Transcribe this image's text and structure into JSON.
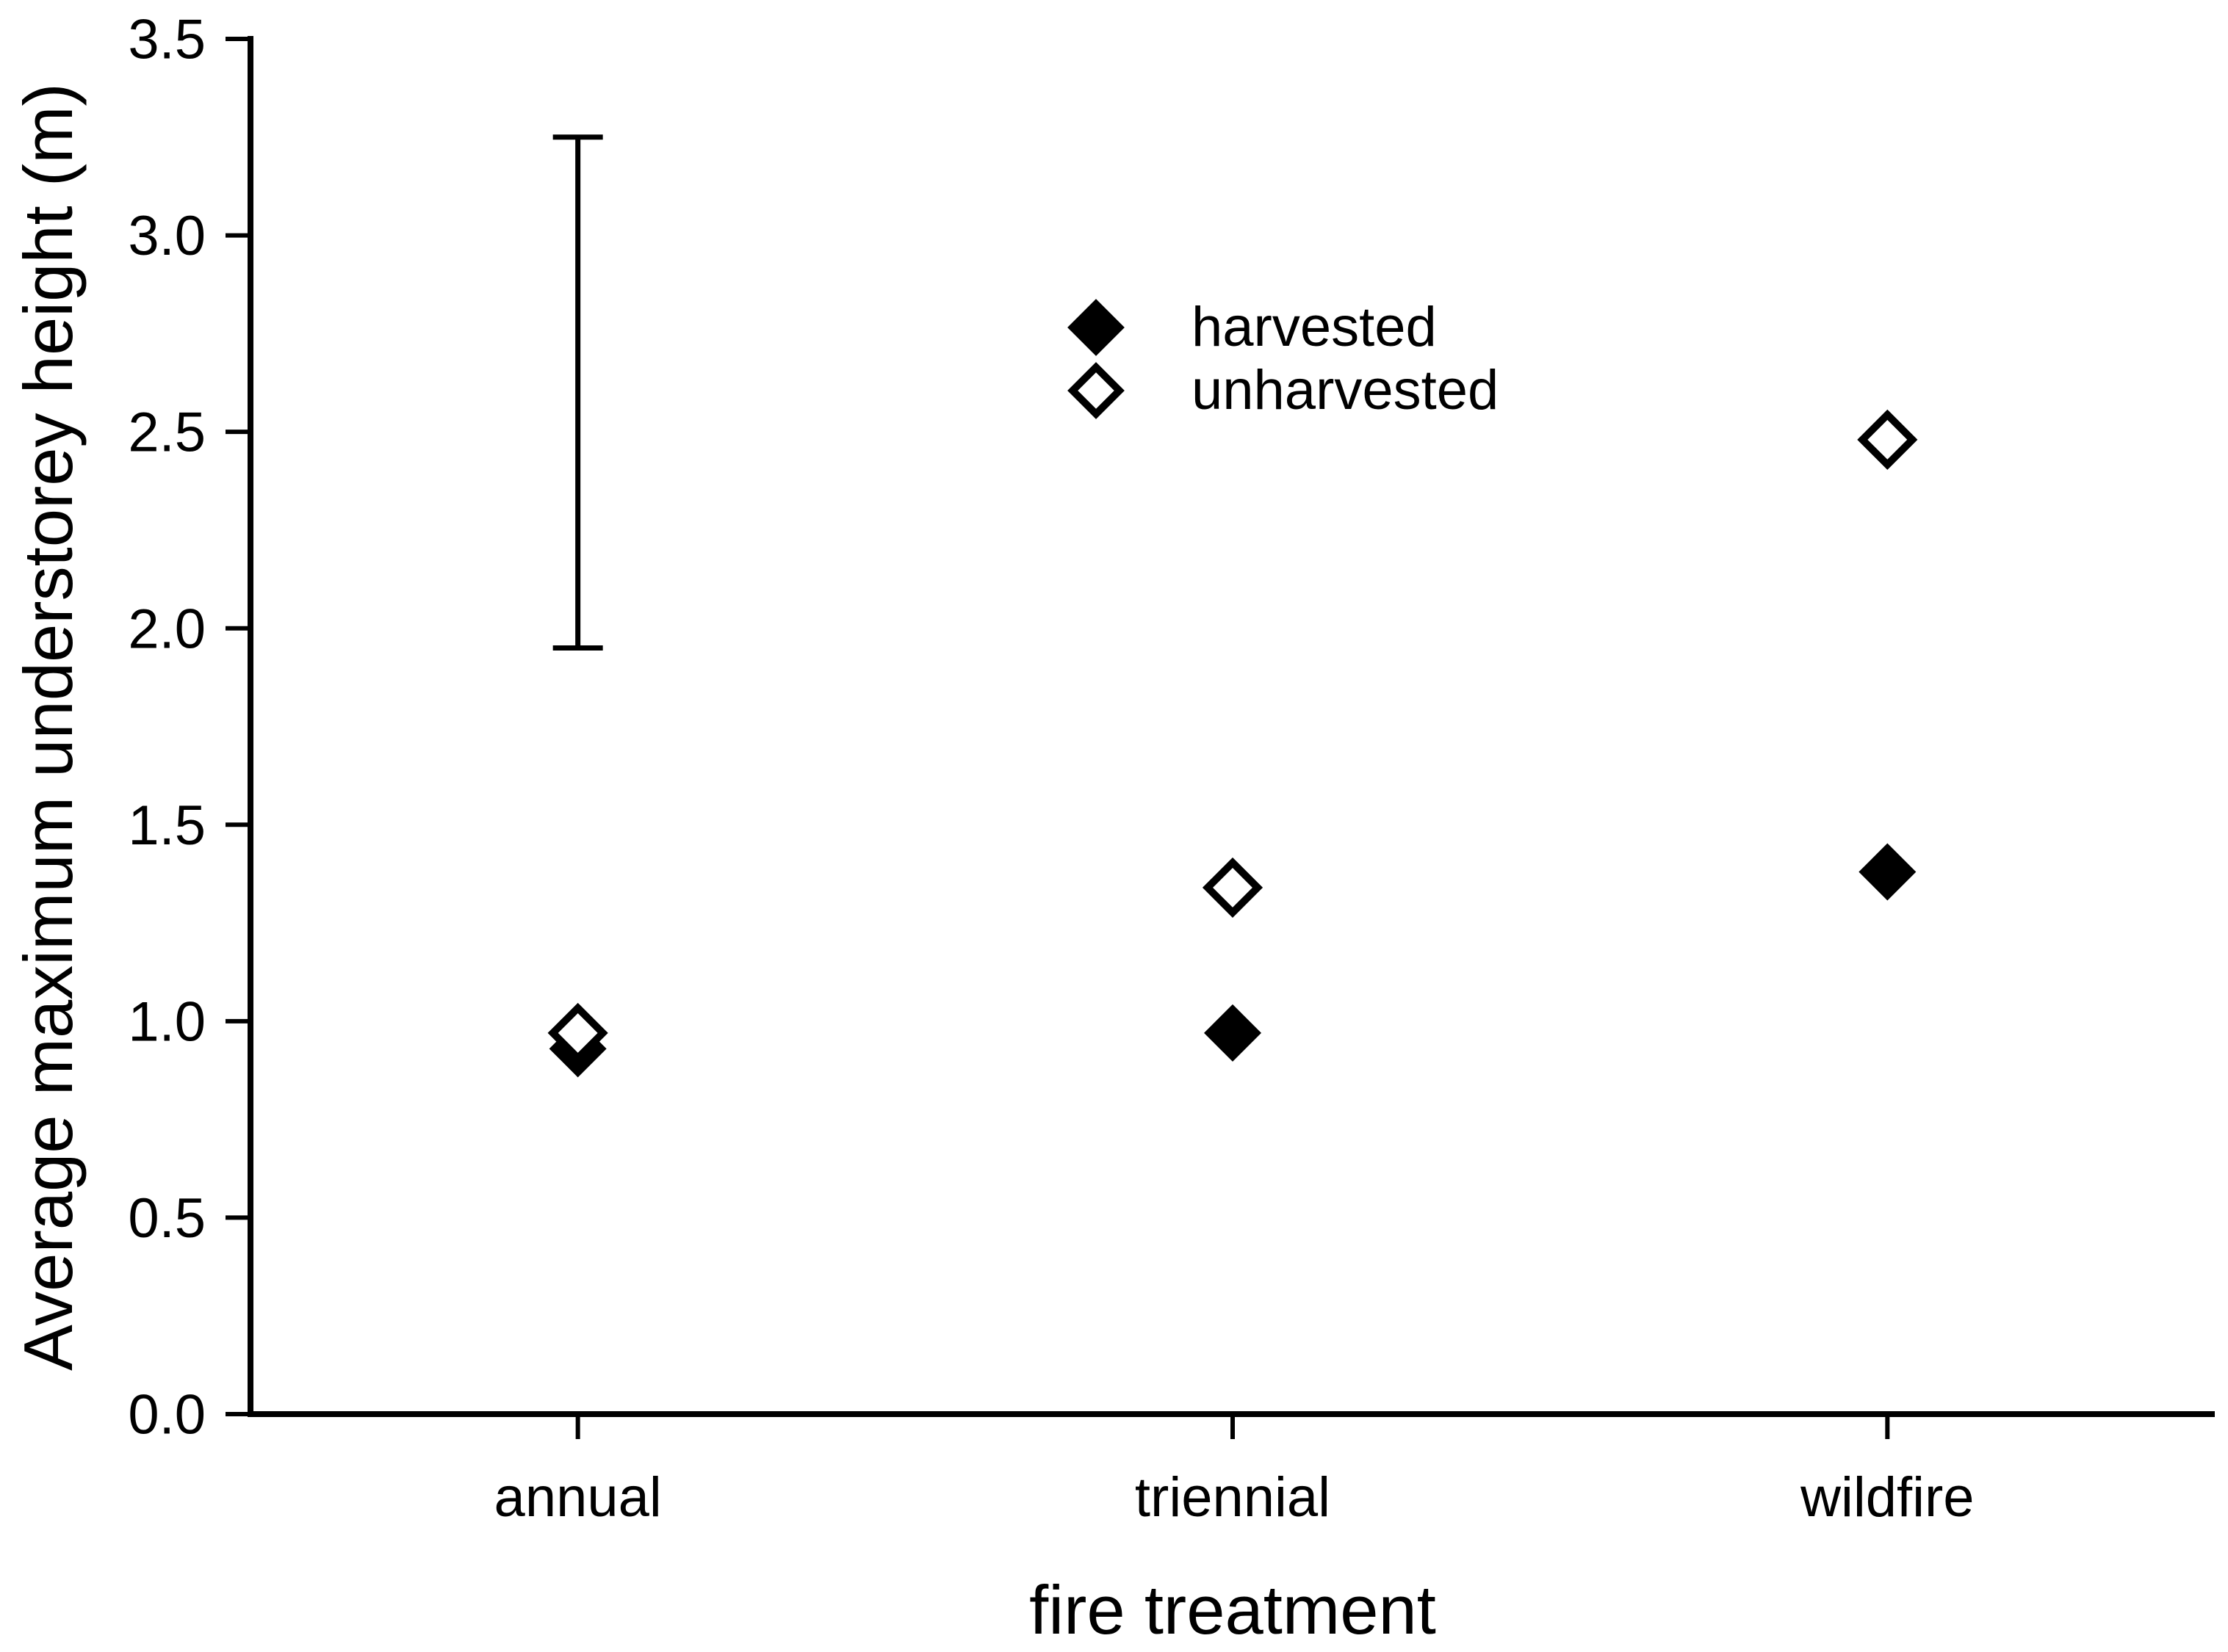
{
  "colors": {
    "foreground": "#000000",
    "background": "#ffffff"
  },
  "chart_data": {
    "type": "scatter",
    "title": "",
    "xlabel": "fire treatment",
    "ylabel": "Average maximum understorey height (m)",
    "categories": [
      "annual",
      "triennial",
      "wildfire"
    ],
    "series": [
      {
        "name": "harvested",
        "marker": "filled-diamond",
        "values": [
          0.93,
          0.97,
          1.38
        ]
      },
      {
        "name": "unharvested",
        "marker": "open-diamond",
        "values": [
          0.97,
          1.34,
          2.48
        ]
      }
    ],
    "error_bar": {
      "category": "annual",
      "low": 1.95,
      "high": 3.25
    },
    "ylim": [
      0,
      3.5
    ],
    "ytick_step": 0.5,
    "ytick_labels": [
      "0.0",
      "0.5",
      "1.0",
      "1.5",
      "2.0",
      "2.5",
      "3.0",
      "3.5"
    ],
    "grid": false,
    "legend_position": "upper-middle"
  }
}
